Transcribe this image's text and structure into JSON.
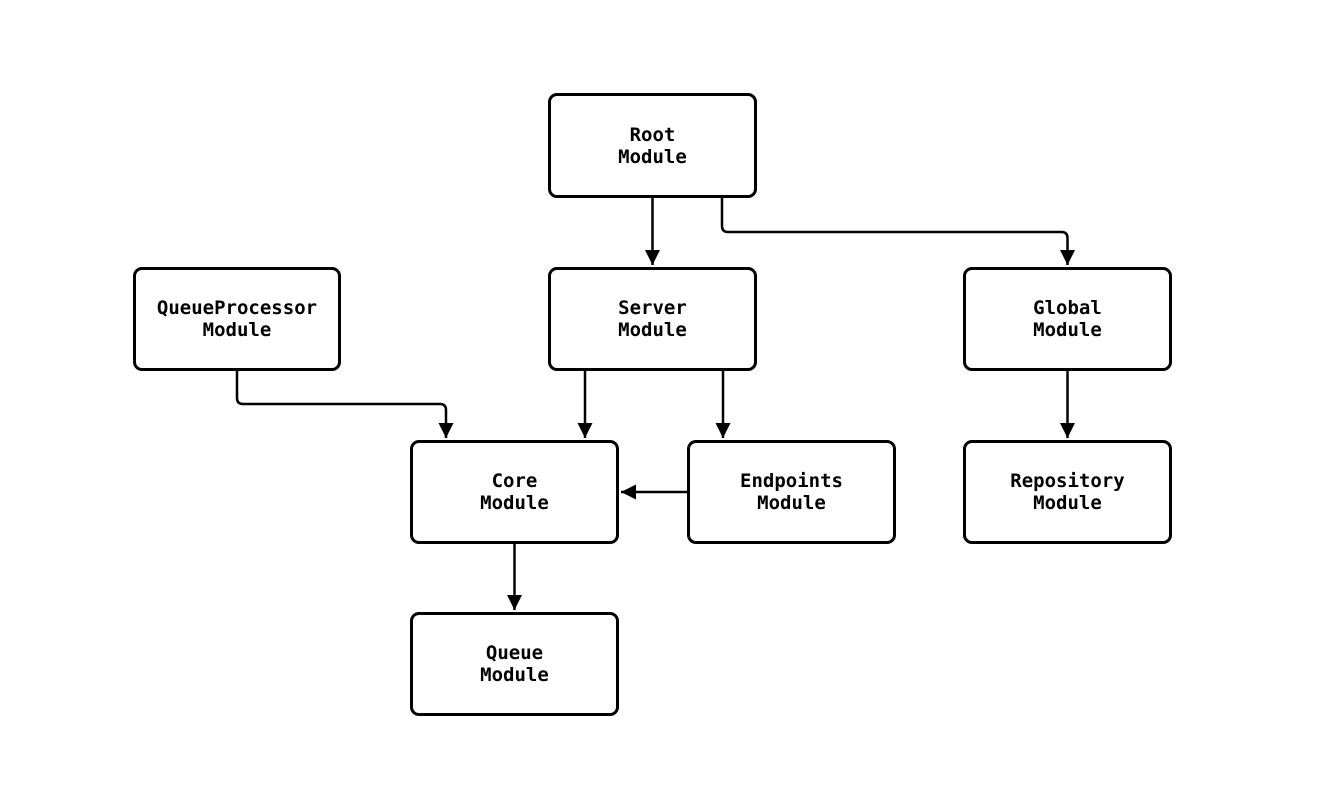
{
  "diagram": {
    "background_color": "#ffffff",
    "node_fill_color": "#ffffff",
    "line_color": "#000000",
    "text_color": "#000000",
    "nodes": [
      {
        "id": "root",
        "title": "Root",
        "subtitle": "Module"
      },
      {
        "id": "queueprocessor",
        "title": "QueueProcessor",
        "subtitle": "Module"
      },
      {
        "id": "server",
        "title": "Server",
        "subtitle": "Module"
      },
      {
        "id": "global",
        "title": "Global",
        "subtitle": "Module"
      },
      {
        "id": "core",
        "title": "Core",
        "subtitle": "Module"
      },
      {
        "id": "endpoints",
        "title": "Endpoints",
        "subtitle": "Module"
      },
      {
        "id": "repository",
        "title": "Repository",
        "subtitle": "Module"
      },
      {
        "id": "queue",
        "title": "Queue",
        "subtitle": "Module"
      }
    ],
    "edges": [
      {
        "from": "Root Module",
        "to": "Server Module"
      },
      {
        "from": "Root Module",
        "to": "Global Module"
      },
      {
        "from": "QueueProcessor Module",
        "to": "Core Module"
      },
      {
        "from": "Server Module",
        "to": "Core Module"
      },
      {
        "from": "Server Module",
        "to": "Endpoints Module"
      },
      {
        "from": "Endpoints Module",
        "to": "Core Module"
      },
      {
        "from": "Global Module",
        "to": "Repository Module"
      },
      {
        "from": "Core Module",
        "to": "Queue Module"
      }
    ]
  }
}
